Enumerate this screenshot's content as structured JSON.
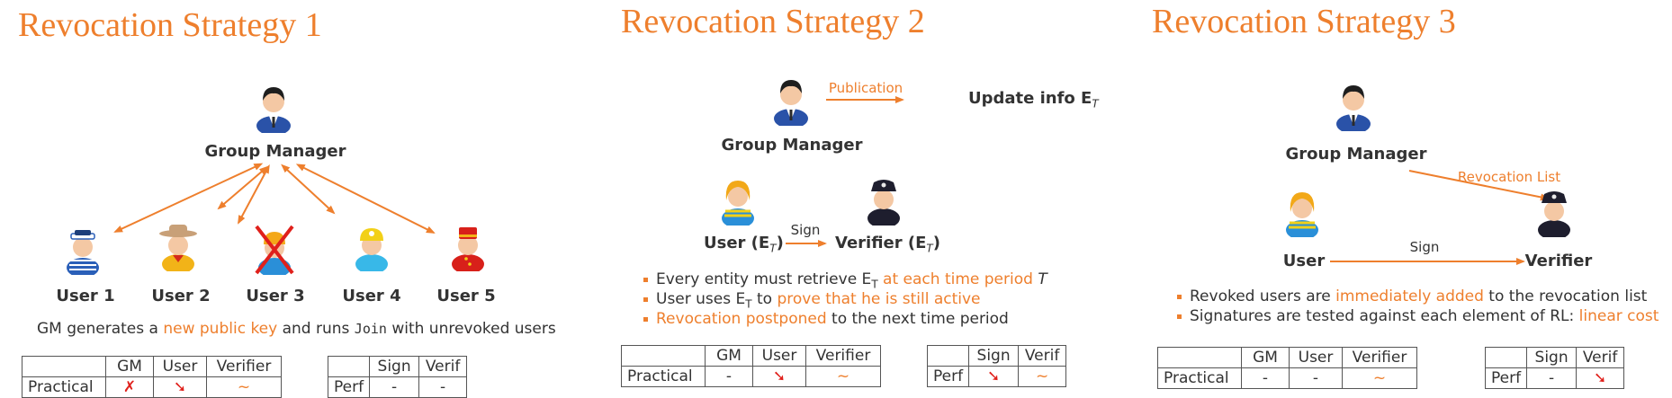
{
  "colors": {
    "accent": "#ee7f2d",
    "cross": "#e0201b",
    "text": "#333333"
  },
  "strategy1": {
    "title": "Revocation Strategy 1",
    "manager_label": "Group Manager",
    "users": [
      {
        "label": "User 1",
        "icon": "sailor-user-icon"
      },
      {
        "label": "User 2",
        "icon": "cowboy-user-icon"
      },
      {
        "label": "User 3",
        "icon": "revoked-user-icon"
      },
      {
        "label": "User 4",
        "icon": "worker-user-icon"
      },
      {
        "label": "User 5",
        "icon": "bellhop-user-icon"
      }
    ],
    "desc": {
      "part1": "GM generates a ",
      "hl1": "new public key",
      "part2": " and runs ",
      "code": "Join",
      "part3": " with unrevoked users"
    },
    "table_main": {
      "headers": [
        "",
        "GM",
        "User",
        "Verifier"
      ],
      "row": [
        "Practical",
        "✗",
        "➘",
        "~"
      ]
    },
    "table_perf": {
      "headers": [
        "",
        "Sign",
        "Verif"
      ],
      "row": [
        "Perf",
        "-",
        "-"
      ]
    }
  },
  "strategy2": {
    "title": "Revocation Strategy 2",
    "manager_label": "Group Manager",
    "publication_label": "Publication",
    "update_label": "Update info E",
    "update_sub": "T",
    "user_label": "User (E",
    "user_sub": "T",
    "user_close": ")",
    "sign_label": "Sign",
    "verifier_label": "Verifier (E",
    "verifier_sub": "T",
    "verifier_close": ")",
    "bullets": [
      {
        "a": "Every entity must retrieve E",
        "sub": "T",
        "hl": " at each time period",
        "b": " T"
      },
      {
        "a": "User uses E",
        "sub": "T",
        "b": " to ",
        "hl": "prove that he is still active"
      },
      {
        "hl": "Revocation postponed",
        "b": " to the next time period"
      }
    ],
    "table_main": {
      "headers": [
        "",
        "GM",
        "User",
        "Verifier"
      ],
      "row": [
        "Practical",
        "-",
        "➘",
        "~"
      ]
    },
    "table_perf": {
      "headers": [
        "",
        "Sign",
        "Verif"
      ],
      "row": [
        "Perf",
        "➘",
        "~"
      ]
    }
  },
  "strategy3": {
    "title": "Revocation Strategy 3",
    "manager_label": "Group Manager",
    "revocation_list_label": "Revocation List",
    "user_label": "User",
    "sign_label": "Sign",
    "verifier_label": "Verifier",
    "bullets": [
      {
        "a": "Revoked users are ",
        "hl": "immediately added",
        "b": " to the revocation list"
      },
      {
        "a": "Signatures are tested against each element of RL: ",
        "hl": "linear cost"
      }
    ],
    "table_main": {
      "headers": [
        "",
        "GM",
        "User",
        "Verifier"
      ],
      "row": [
        "Practical",
        "-",
        "-",
        "~"
      ]
    },
    "table_perf": {
      "headers": [
        "",
        "Sign",
        "Verif"
      ],
      "row": [
        "Perf",
        "-",
        "➘"
      ]
    }
  }
}
